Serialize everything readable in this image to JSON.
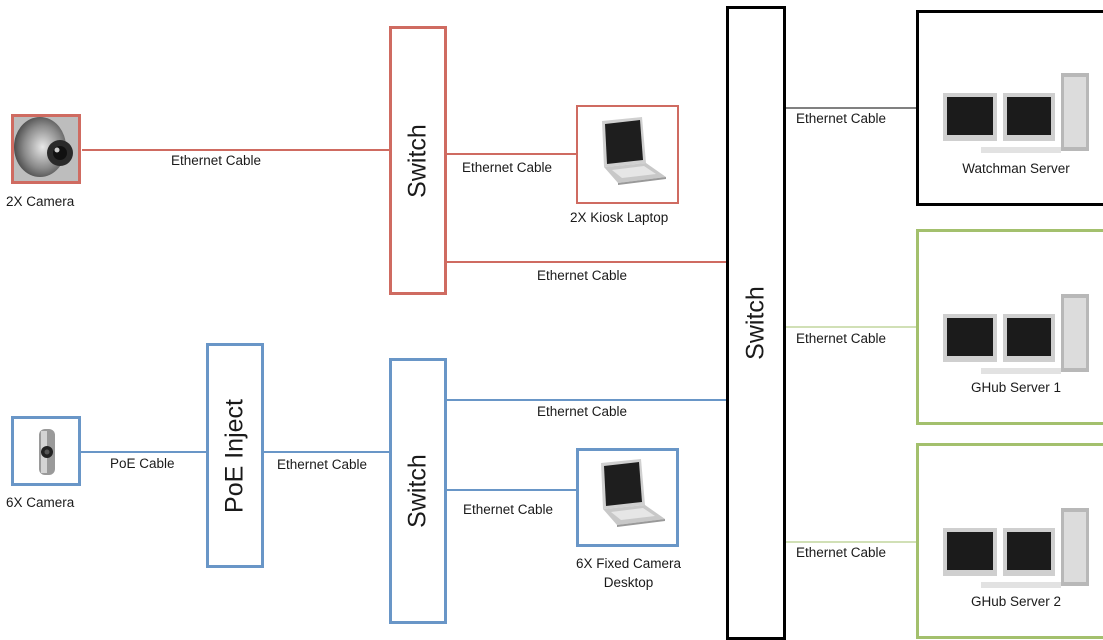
{
  "devices": {
    "camera_2x": {
      "label": "2X Camera",
      "icon": "camera-icon"
    },
    "camera_6x": {
      "label": "6X Camera",
      "icon": "camera-icon"
    },
    "poe_inject": {
      "label": "PoE Inject"
    },
    "switch_top": {
      "label": "Switch"
    },
    "switch_bottom": {
      "label": "Switch"
    },
    "switch_main": {
      "label": "Switch"
    },
    "kiosk_laptop": {
      "label": "2X Kiosk Laptop",
      "icon": "laptop-icon"
    },
    "fixed_desktop": {
      "label_line1": "6X Fixed Camera",
      "label_line2": "Desktop",
      "icon": "laptop-icon"
    },
    "watchman": {
      "label": "Watchman Server",
      "icon": "server-workstation-icon"
    },
    "ghub1": {
      "label": "GHub Server 1",
      "icon": "server-workstation-icon"
    },
    "ghub2": {
      "label": "GHub Server 2",
      "icon": "server-workstation-icon"
    }
  },
  "cables": {
    "cam2x_switch": "Ethernet Cable",
    "switchtop_kiosk": "Ethernet Cable",
    "switchtop_main": "Ethernet Cable",
    "cam6x_poe": "PoE Cable",
    "poe_switch": "Ethernet Cable",
    "switchbottom_main": "Ethernet Cable",
    "switchbottom_desktop": "Ethernet Cable",
    "main_watchman": "Ethernet Cable",
    "main_ghub1": "Ethernet Cable",
    "main_ghub2": "Ethernet Cable"
  },
  "colors": {
    "red": "#cf6b61",
    "blue": "#6996c7",
    "green": "#a3c06d",
    "black": "#000000"
  }
}
